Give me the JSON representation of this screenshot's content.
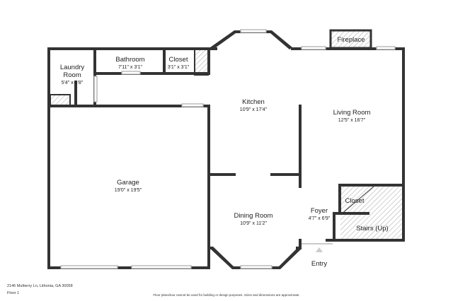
{
  "rooms": {
    "laundry": {
      "name_line1": "Laundry",
      "name_line2": "Room",
      "dimensions": "5'4\" x 6'8\""
    },
    "bathroom": {
      "name": "Bathroom",
      "dimensions": "7'11\" x 3'1\""
    },
    "closet_top": {
      "name": "Closet",
      "dimensions": "3'1\" x 3'1\""
    },
    "fireplace": {
      "name": "Fireplace"
    },
    "kitchen": {
      "name": "Kitchen",
      "dimensions": "10'9\" x 17'4\""
    },
    "living_room": {
      "name": "Living Room",
      "dimensions": "12'5\" x 16'7\""
    },
    "garage": {
      "name": "Garage",
      "dimensions": "19'0\" x 19'5\""
    },
    "dining_room": {
      "name": "Dining Room",
      "dimensions": "10'9\" x 11'2\""
    },
    "foyer": {
      "name": "Foyer",
      "dimensions": "4'7\" x 6'9\""
    },
    "closet_foyer": {
      "name": "Closet"
    },
    "stairs": {
      "name": "Stairs (Up)"
    },
    "entry": {
      "name": "Entry"
    }
  },
  "footer": {
    "address": "2146 Mulberry Ln, Lithonia, GA 30058",
    "floor": "Floor 1",
    "disclaimer": "Floor plans/tour cannot be used for building or design purposes. Sizes and dimensions are approximate."
  },
  "colors": {
    "wall": "#333333",
    "window": "#aaaaaa",
    "hatch": "#b0b0b0",
    "text": "#222222",
    "background": "#ffffff"
  }
}
